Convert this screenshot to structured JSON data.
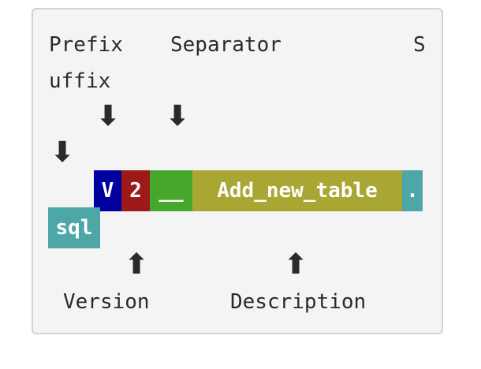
{
  "labels": {
    "prefix": "Prefix",
    "separator": "Separator",
    "suffix_start": "S",
    "suffix_end": "uffix",
    "version": "Version",
    "description": "Description"
  },
  "filename": {
    "prefix": "V",
    "version": "2",
    "separator": "__",
    "description": "Add_new_table",
    "dot": ".",
    "suffix": "sql"
  },
  "arrows": {
    "down": "⬇",
    "up": "⬆"
  },
  "colors": {
    "prefix": "#00009e",
    "version": "#9e1a1a",
    "separator": "#46a82b",
    "description": "#a9a633",
    "suffix": "#4ea7a7",
    "panel": "#f4f4f4",
    "border": "#d2d2d2"
  }
}
